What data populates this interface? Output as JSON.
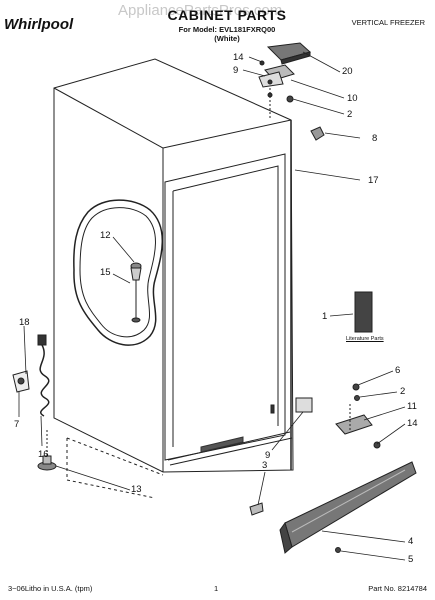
{
  "header": {
    "brand": "Whirlpool",
    "title": "CABINET PARTS",
    "model_line": "For Model: EVL181FXRQ00",
    "variant": "(White)",
    "category": "VERTICAL FREEZER",
    "watermark": "AppliancePartsPros.com"
  },
  "footer": {
    "litho": "3−06Litho in U.S.A. (tpm)",
    "page": "1",
    "part_no": "Part No. 8214784"
  },
  "callouts": {
    "c20": "20",
    "c14a": "14",
    "c9a": "9",
    "c10": "10",
    "c2a": "2",
    "c8": "8",
    "c17": "17",
    "c12": "12",
    "c15": "15",
    "c1": "1",
    "c18": "18",
    "c7": "7",
    "c16": "16",
    "c6": "6",
    "c2b": "2",
    "c11": "11",
    "c14b": "14",
    "c9b": "9",
    "c3": "3",
    "c13": "13",
    "c4": "4",
    "c5": "5"
  },
  "literature_label": "Literature Parts"
}
